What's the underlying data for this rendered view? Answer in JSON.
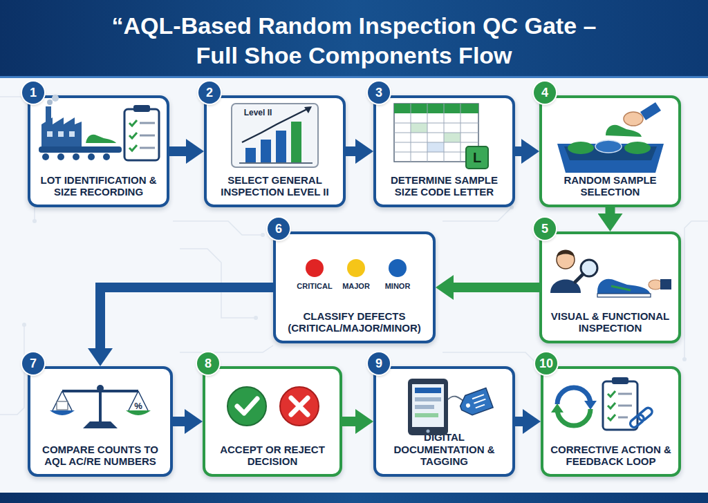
{
  "diagram": {
    "title": "“AQL-Based Random Inspection QC Gate – Full Shoe Components Flow",
    "nodes": [
      {
        "text": [
          "LOT IDENTIFICATION & SIZE RECORDING"
        ]
      },
      {
        "text": [
          "1"
        ],
        "in": 0
      },
      {
        "text": [
          "SELECT GENERAL INSPECTION LEVEL II"
        ]
      },
      {
        "text": [
          "2"
        ],
        "in": 2
      },
      {
        "text": [
          "DETERMINE SAMPLE SIZE CODE LETTER"
        ]
      },
      {
        "text": [
          "3"
        ],
        "in": 4
      },
      {
        "text": [
          "RANDOM SAMPLE SELECTION"
        ]
      },
      {
        "text": [
          "4"
        ],
        "in": 6
      },
      {
        "text": [
          "VISUAL & FUNCTIONAL INSPECTION"
        ]
      },
      {
        "text": [
          "5"
        ],
        "in": 8
      },
      {
        "text": [
          "CLASSIFY DEFECTS (CRITICAL/MAJOR/MINOR)"
        ]
      },
      {
        "text": [
          "6"
        ],
        "in": 10
      },
      {
        "text": [
          "COMPARE COUNTS TO AQL AC/RE NUMBERS"
        ]
      },
      {
        "text": [
          "7"
        ],
        "in": 12
      },
      {
        "text": [
          "ACCEPT OR REJECT DECISION"
        ]
      },
      {
        "text": [
          "8"
        ],
        "in": 14
      },
      {
        "text": [
          "DIGITAL DOCUMENTATION & TAGGING"
        ]
      },
      {
        "text": [
          "9"
        ],
        "in": 16
      },
      {
        "text": [
          "CORRECTIVE ACTION & FEEDBACK LOOP"
        ]
      },
      {
        "text": [
          "10"
        ],
        "in": 18
      }
    ],
    "edges": [
      {
        "from": 0,
        "to": 2,
        "arrow": "to"
      },
      {
        "from": 2,
        "to": 4,
        "arrow": "to"
      },
      {
        "from": 4,
        "to": 6,
        "arrow": "to"
      },
      {
        "from": 6,
        "to": 8,
        "arrow": "to"
      },
      {
        "from": 8,
        "to": 10,
        "arrow": "to"
      },
      {
        "from": 10,
        "to": 12,
        "arrow": "to"
      },
      {
        "from": 12,
        "to": 14,
        "arrow": "to"
      },
      {
        "from": 14,
        "to": 16,
        "arrow": "to"
      },
      {
        "from": 16,
        "to": 18,
        "arrow": "to"
      }
    ],
    "labels": [
      "Level II",
      "L",
      "CRITICAL",
      "MAJOR",
      "MINOR",
      "%"
    ]
  }
}
